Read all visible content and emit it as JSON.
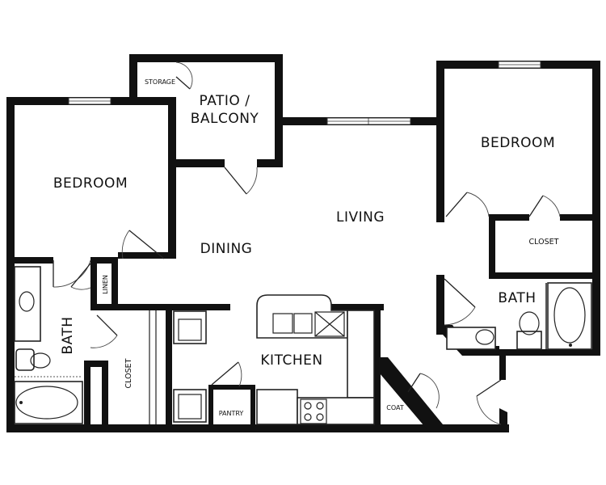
{
  "rooms": {
    "storage": "STORAGE",
    "patio_line1": "PATIO /",
    "patio_line2": "BALCONY",
    "bedroom_left": "BEDROOM",
    "bedroom_right": "BEDROOM",
    "living": "LIVING",
    "dining": "DINING",
    "closet_right": "CLOSET",
    "bath_right": "BATH",
    "bath_left": "BATH",
    "linen": "LINEN",
    "closet_left": "CLOSET",
    "kitchen": "KITCHEN",
    "pantry": "PANTRY",
    "coat": "COAT"
  }
}
